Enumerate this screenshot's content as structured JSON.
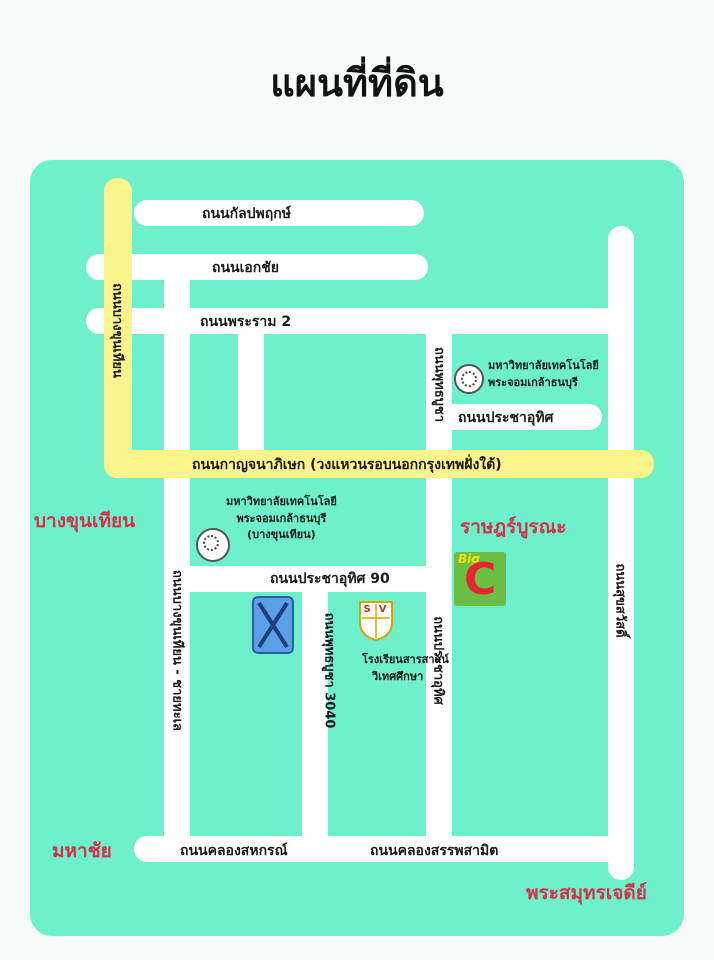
{
  "title": "แผนที่ที่ดิน",
  "roads": {
    "kanlapaphruek": "ถนนกัลปพฤกษ์",
    "ekkachai": "ถนนเอกชัย",
    "rama2": "ถนนพระราม 2",
    "kanchanaphisek": "ถนนกาญจนาภิเษก (วงแหวนรอบนอกกรุงเทพฝั่งใต้)",
    "bangkhunthian_west": "ถนนบางขุนเทียน",
    "bangkhunthian_chaitalay": "ถนนบางขุนเทียน - ชายทะเล",
    "prachauthit": "ถนนประชาอุทิศ",
    "prachauthit_vertical": "ถนนประชาอุทิศ",
    "prachauthit90": "ถนนประชาอุทิศ 90",
    "soi3040": "ถนนพุทธบูชา 3040",
    "khlong_sahakorn": "ถนนคลองสหกรณ์",
    "khlong_sapphasamit": "ถนนคลองสรรพสามิต",
    "suksawat": "ถนนสุขสวัสดิ์",
    "phutthabucha_top": "ถนนพุทธบูชา"
  },
  "areas": {
    "bangkhunthian": "บางขุนเทียน",
    "ratburana": "ราษฎร์บูรณะ",
    "mahachai": "มหาชัย",
    "samutprakan": "พระสมุทรเจดีย์"
  },
  "landmarks": {
    "kmutt_line1": "มหาวิทยาลัยเทคโนโลยี",
    "kmutt_line2": "พระจอมเกล้าธนบุรี",
    "kmutt_bkt_line1": "มหาวิทยาลัยเทคโนโลยี",
    "kmutt_bkt_line2": "พระจอมเกล้าธนบุรี",
    "kmutt_bkt_line3": "(บางขุนเทียน)",
    "school_line1": "โรงเรียนสารสาสน์",
    "school_line2": "วิเทศศึกษา",
    "school_badge": "SV",
    "bigc_word": "Big",
    "bigc_letter": "C"
  },
  "colors": {
    "map_background": "#6ef0cc",
    "road": "#ffffff",
    "ring_road": "#fbf38c",
    "area_label": "#d3334a",
    "land_marker": "#5aa0e8",
    "bigc_green": "#6cbe45",
    "bigc_red": "#e3262f"
  },
  "icons": {
    "land_marker": "x-mark-icon",
    "university": "university-seal-icon",
    "school": "school-crest-icon",
    "store": "big-c-logo-icon"
  }
}
